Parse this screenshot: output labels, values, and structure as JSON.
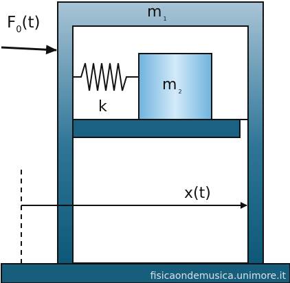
{
  "labels": {
    "force_main": "F",
    "force_sub": "0",
    "force_arg": "(t)",
    "mass1_main": "m",
    "mass1_sub": "1",
    "mass2_main": "m",
    "mass2_sub": "2",
    "spring": "k",
    "displacement": "x(t)"
  },
  "watermark": "fisicaondemusica.unimore.it",
  "colors": {
    "frame_top": "#a9c4d6",
    "frame_bottom": "#0d5878",
    "ground": "#175e7c",
    "mass2_edge": "#6fb3de",
    "mass2_center": "#d3eaf8",
    "stroke": "#111111"
  }
}
